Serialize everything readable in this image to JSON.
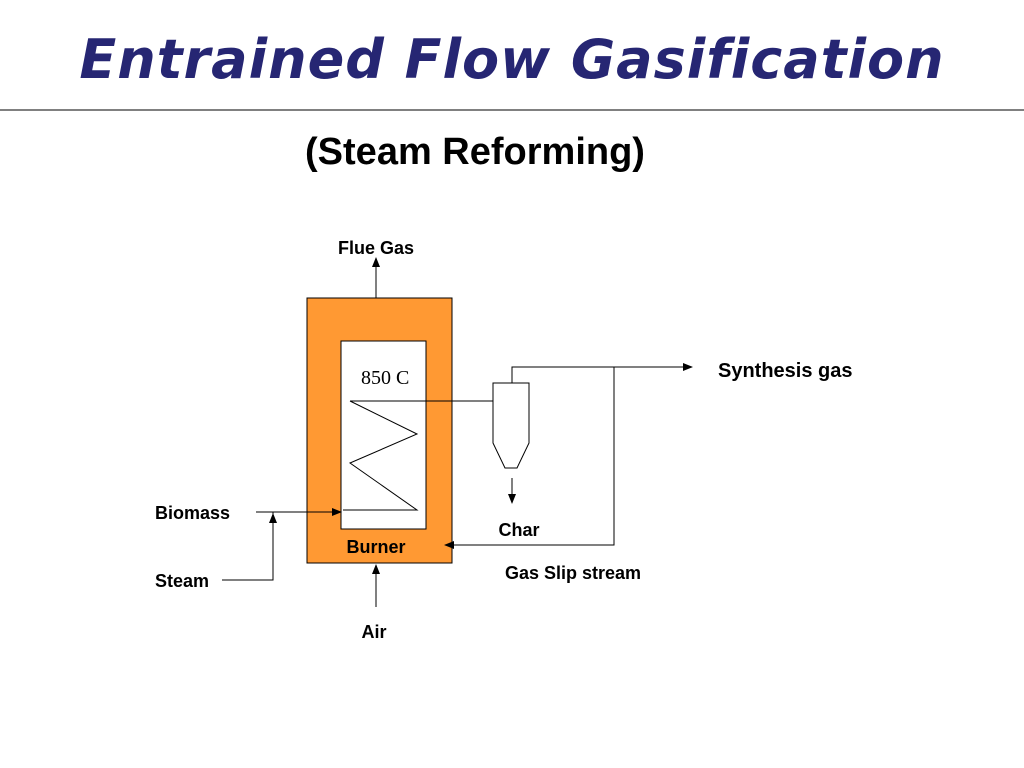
{
  "title": "Entrained Flow Gasification",
  "subtitle": "(Steam Reforming)",
  "diagram": {
    "labels": {
      "flue_gas": "Flue Gas",
      "synthesis_gas": "Synthesis gas",
      "temperature": "850 C",
      "biomass": "Biomass",
      "steam": "Steam",
      "burner": "Burner",
      "char": "Char",
      "gas_slip_stream": "Gas Slip stream",
      "air": "Air"
    },
    "colors": {
      "furnace_fill": "#FF9933",
      "line": "#000000",
      "title": "#262673"
    }
  }
}
